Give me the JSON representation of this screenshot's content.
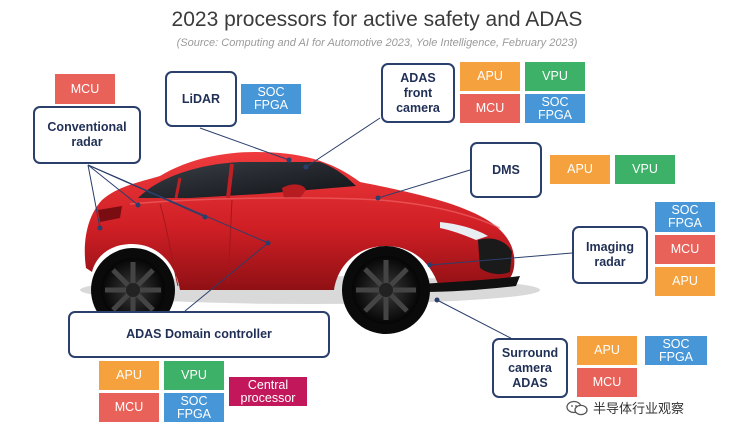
{
  "title": "2023 processors for active safety and ADAS",
  "subtitle": "(Source: Computing and AI for Automotive 2023, Yole Intelligence, February 2023)",
  "boxes": {
    "radar": "Conventional\nradar",
    "lidar": "LiDAR",
    "front_camera": "ADAS\nfront\ncamera",
    "dms": "DMS",
    "imaging_radar": "Imaging\nradar",
    "domain_controller": "ADAS Domain controller",
    "surround": "Surround\ncamera\nADAS"
  },
  "chips": {
    "mcu": "MCU",
    "apu": "APU",
    "vpu": "VPU",
    "soc_fpga": "SOC\nFPGA",
    "central_processor": "Central\nprocessor"
  },
  "colors": {
    "mcu": "#e8625a",
    "apu": "#f5a13d",
    "vpu": "#3eb168",
    "soc_fpga": "#4797d8",
    "central_processor": "#c2185b",
    "box_border": "#2b3f6c",
    "car_body": "#d8272d"
  },
  "watermark": "半导体行业观察"
}
